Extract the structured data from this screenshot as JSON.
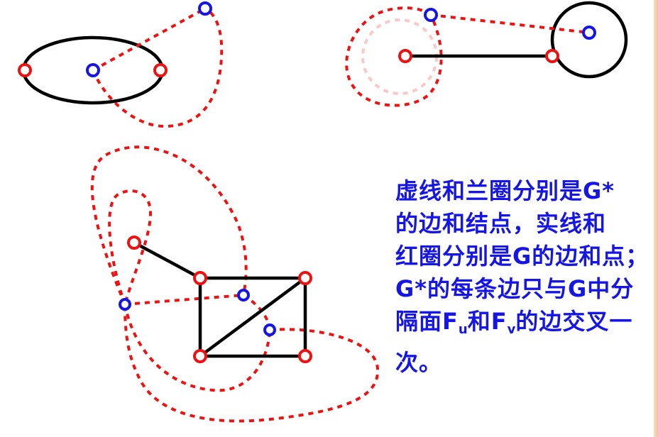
{
  "caption": {
    "line1": "虚线和兰圈分别是G*",
    "line2": "的边和结点，实线和",
    "line3": "红圈分别是G的边和点；",
    "line4": "G*的每条边只与G中分",
    "line5_pre": "隔面F",
    "line5_sub1": "u",
    "line5_mid": "和F",
    "line5_sub2": "v",
    "line5_post": "的边交叉一",
    "line6": "次。"
  },
  "colors": {
    "primal": "#000000",
    "primal_vertex": "#ee1111",
    "dual_edge": "#ee1111",
    "dual_vertex": "#1515e6",
    "caption_text": "#1515e6",
    "right_edge": "#e9c892"
  }
}
